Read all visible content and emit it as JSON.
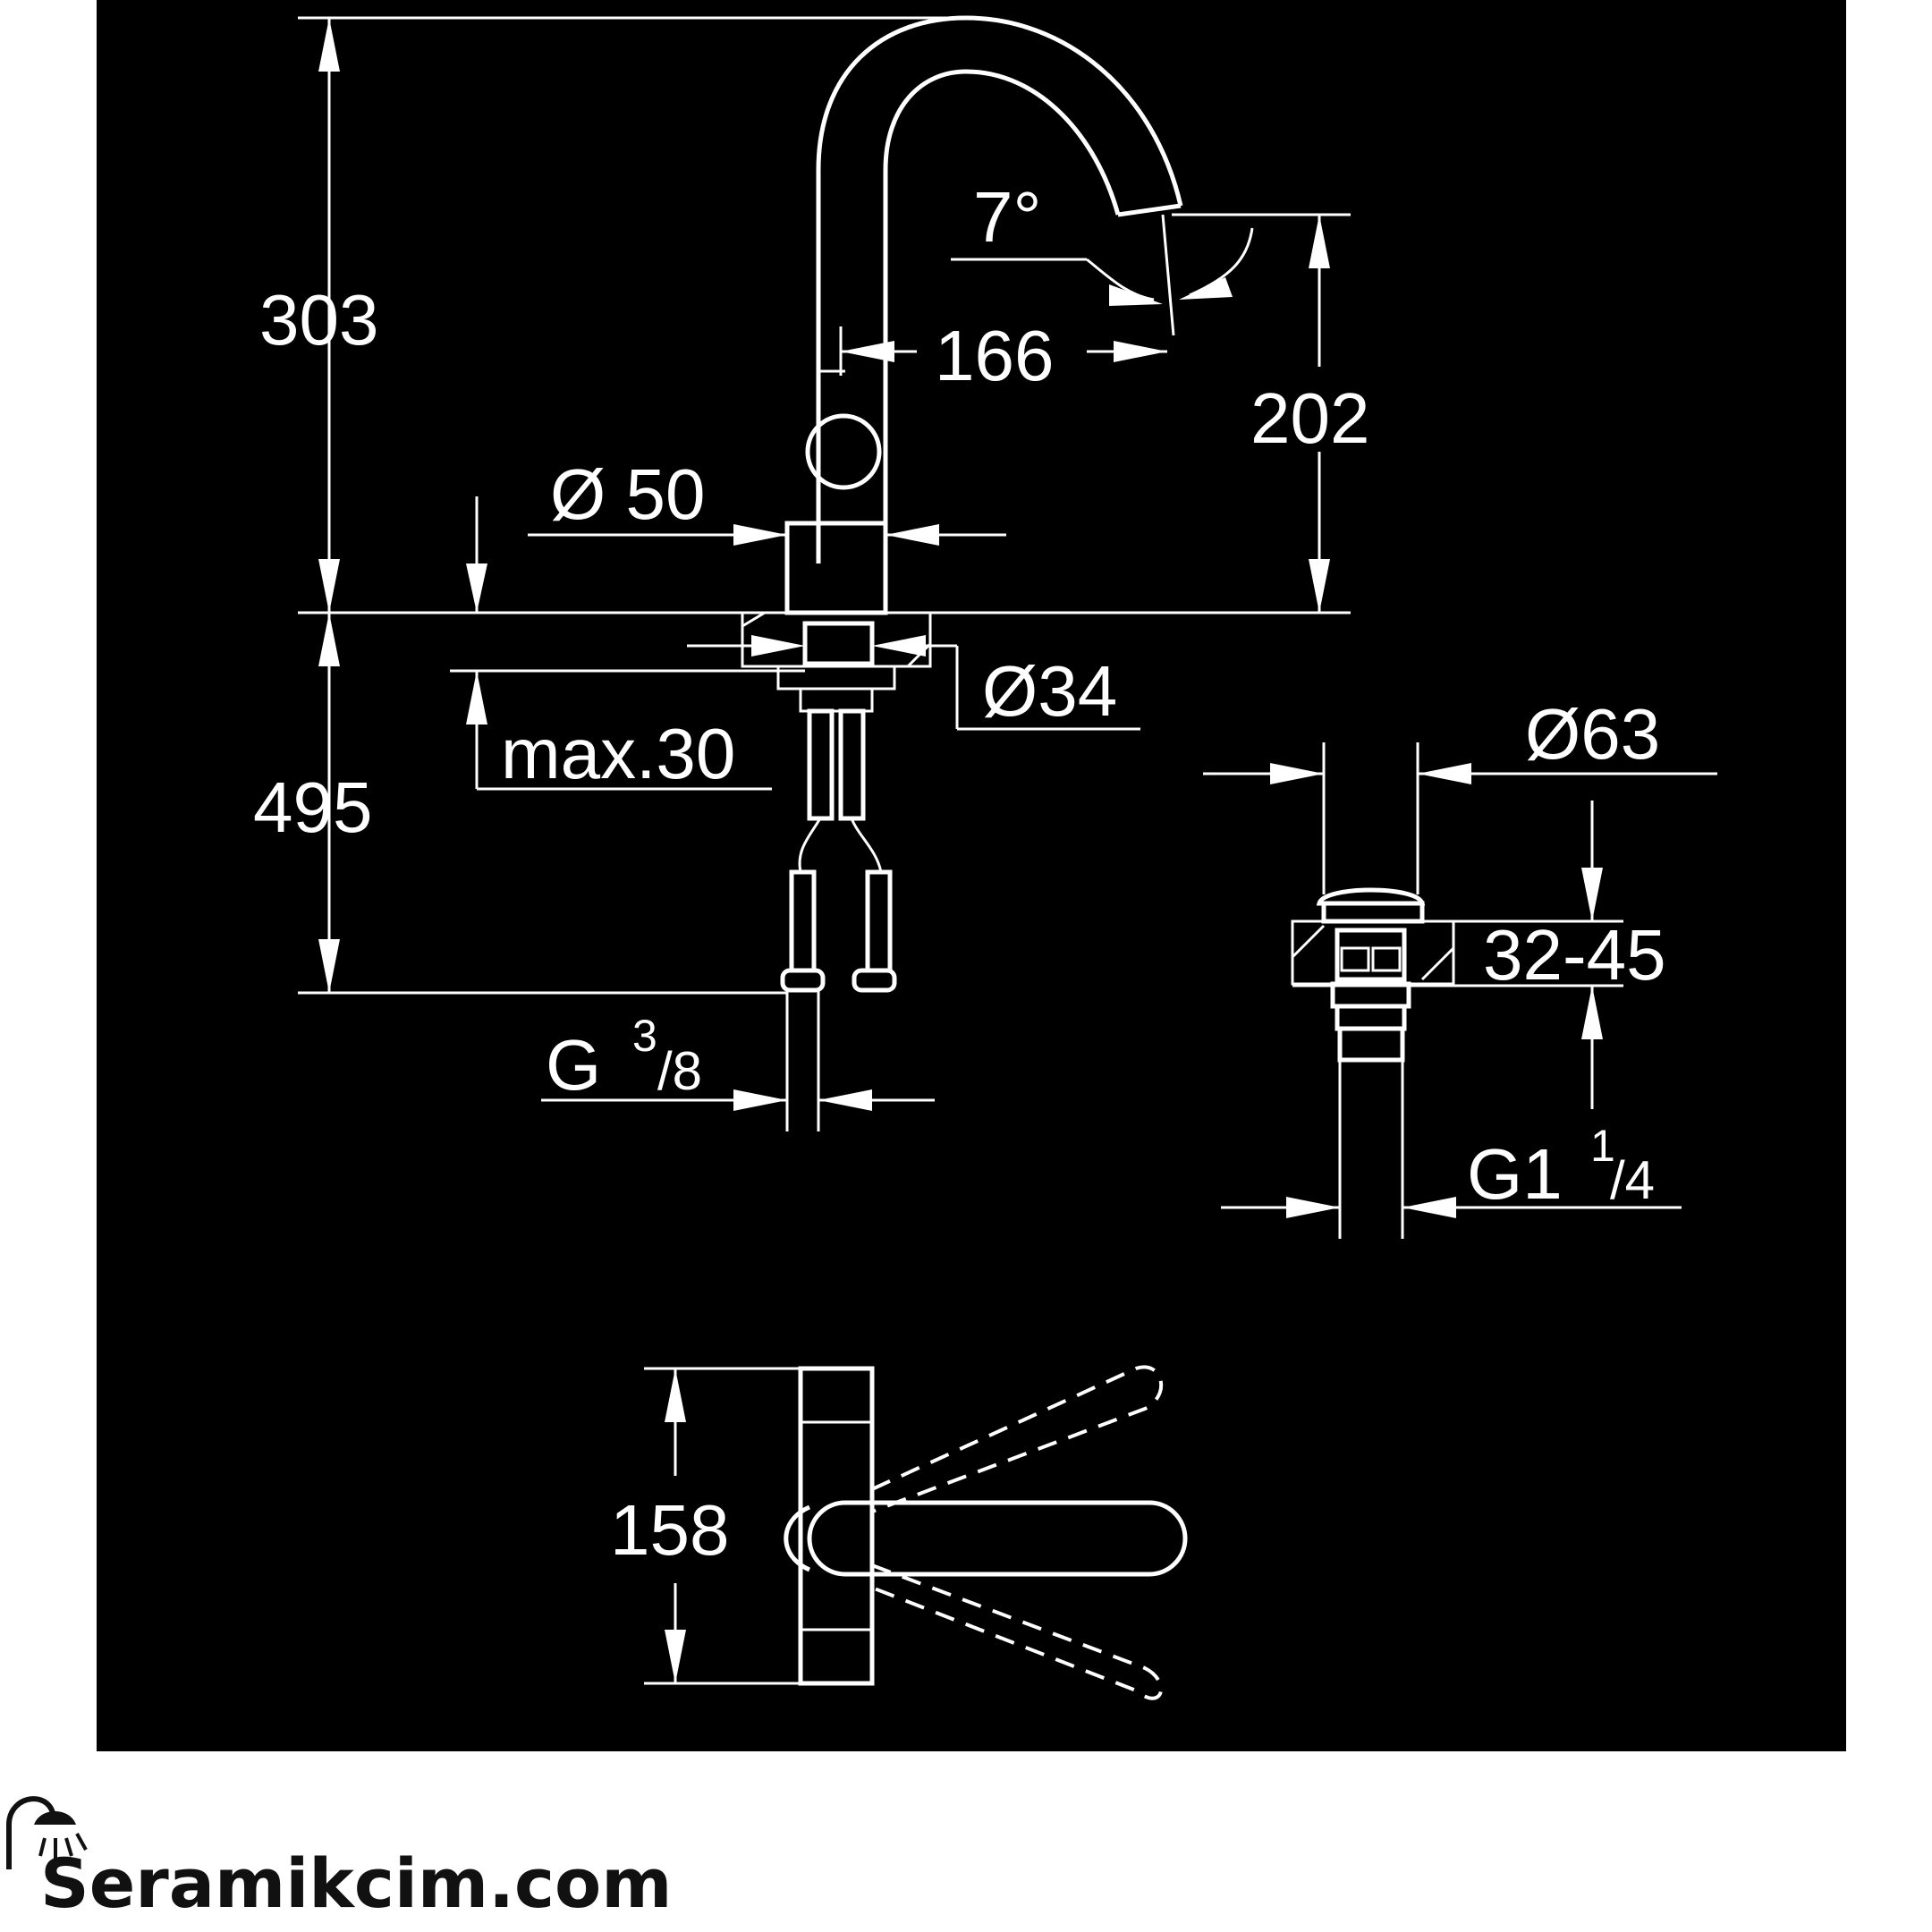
{
  "colors": {
    "panel": "#000000",
    "lines": "#ffffff",
    "page": "#ffffff",
    "logo": "#111111"
  },
  "dimensions": {
    "height_total": "303",
    "spout_angle": "7°",
    "spout_reach": "166",
    "spout_height": "202",
    "body_diameter": "Ø 50",
    "base_diameter": "Ø34",
    "max_thickness": "max.30",
    "hose_length": "495",
    "connection_g": "G",
    "connection_num": "3",
    "connection_den": "/8",
    "drain_diameter": "Ø63",
    "drain_range": "32-45",
    "drain_g": "G1",
    "drain_num": "1",
    "drain_den": "/4",
    "lever_span": "158"
  },
  "logo": {
    "text": "Seramikcim.com",
    "icon": "shower-head-icon"
  }
}
